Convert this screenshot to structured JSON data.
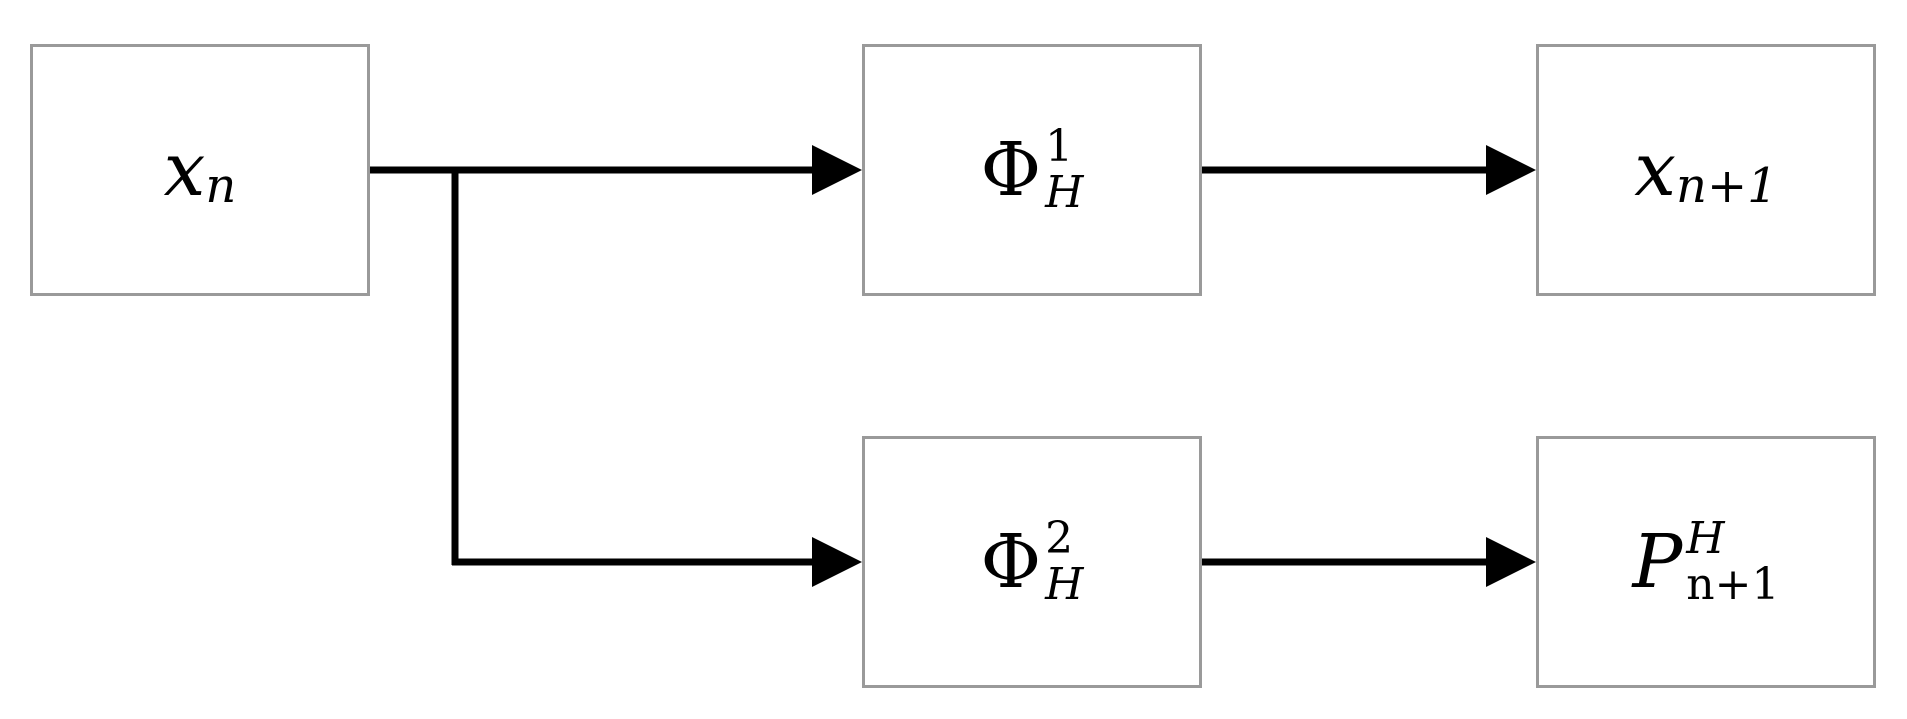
{
  "nodes": {
    "x_n": {
      "base": "x",
      "sub": "n"
    },
    "phi_1": {
      "base": "Φ",
      "sup": "1",
      "sub": "H"
    },
    "x_n1": {
      "base": "x",
      "sub": "n+1"
    },
    "phi_2": {
      "base": "Φ",
      "sup": "2",
      "sub": "H"
    },
    "p": {
      "base": "P",
      "sup": "H",
      "sub": "n+1"
    }
  },
  "edges": [
    {
      "from": "x_n",
      "to": "phi_1"
    },
    {
      "from": "x_n",
      "to": "phi_2"
    },
    {
      "from": "phi_1",
      "to": "x_n1"
    },
    {
      "from": "phi_2",
      "to": "p"
    }
  ],
  "colors": {
    "box_border": "#9a9a9a",
    "line": "#000000",
    "background": "#ffffff"
  }
}
